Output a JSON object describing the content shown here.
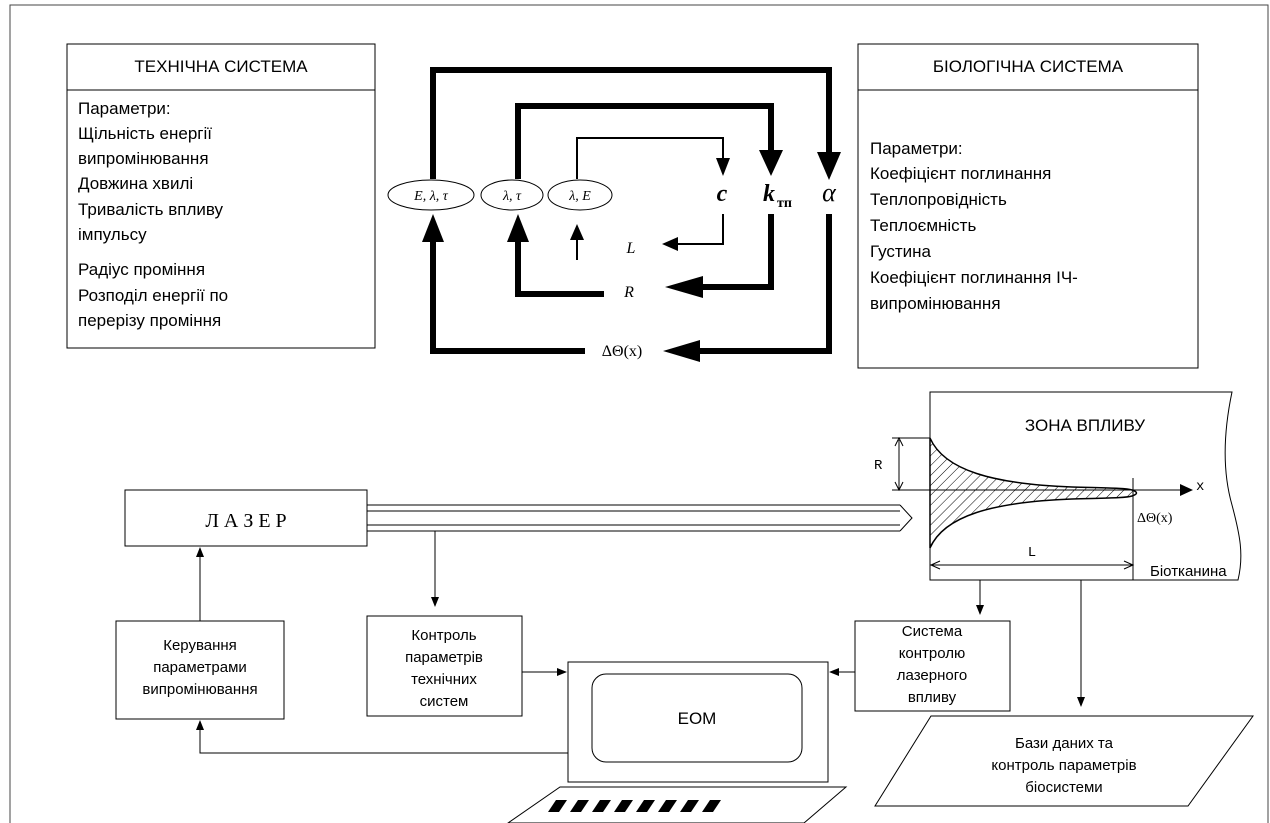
{
  "technical_system": {
    "title": "ТЕХНІЧНА СИСТЕМА",
    "params_heading": "Параметри:",
    "params": [
      "Щільність енергії",
      "випромінювання",
      "Довжина хвилі",
      "Тривалість впливу",
      "імпульсу",
      "Радіус проміння",
      "Розподіл енергії по",
      "перерізу проміння"
    ]
  },
  "biological_system": {
    "title": "БІОЛОГІЧНА СИСТЕМА",
    "params_heading": "Параметри:",
    "params": [
      "Коефіцієнт поглинання",
      "Теплопровідність",
      "Теплоємність",
      "Густина",
      "Коефіцієнт поглинання ІЧ-",
      "випромінювання"
    ]
  },
  "symbols": {
    "e_lambda_tau": "E, λ, τ",
    "lambda_tau": "λ, τ",
    "lambda_e": "λ, E",
    "c": "c",
    "k_base": "k",
    "k_sub": "тп",
    "alpha": "α",
    "L": "L",
    "R": "R",
    "delta_theta": "ΔΘ(x)"
  },
  "laser": {
    "label": "Л А З Е Р"
  },
  "impact_zone": {
    "title": "ЗОНА ВПЛИВУ",
    "r_label": "R",
    "x_label": "x",
    "l_label": "L",
    "delta_theta": "ΔΘ(x)",
    "tissue": "Біотканина"
  },
  "control_radiation": [
    "Керування",
    "параметрами",
    "випромінювання"
  ],
  "control_technical": [
    "Контроль",
    "параметрів",
    "технічних",
    "систем"
  ],
  "laser_control_system": [
    "Система",
    "контролю",
    "лазерного",
    "впливу"
  ],
  "computer": {
    "label": "ЕОМ"
  },
  "database": [
    "Бази даних та",
    "контроль параметрів",
    "біосистеми"
  ]
}
